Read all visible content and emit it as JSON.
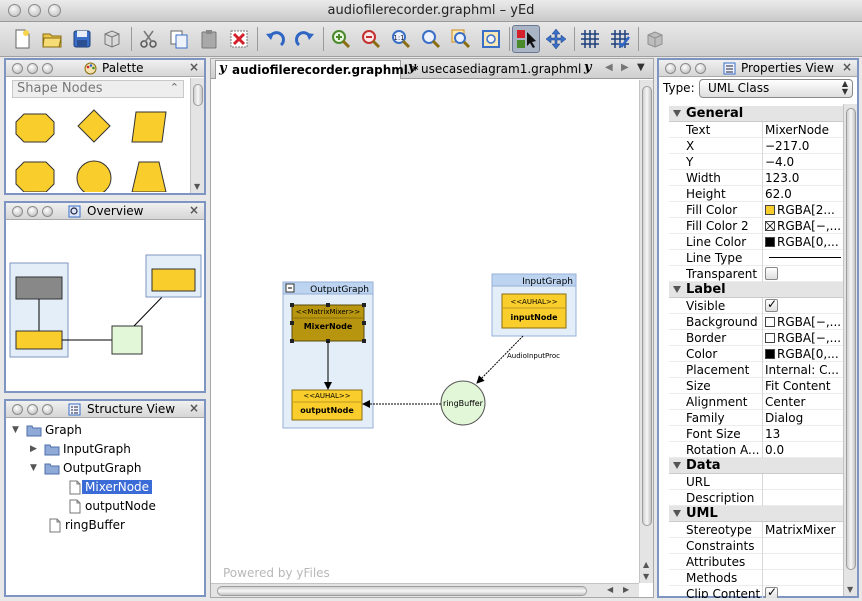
{
  "window": {
    "title": "audiofilerecorder.graphml – yEd"
  },
  "toolbar": {
    "buttons": [
      "new-document",
      "open",
      "save",
      "save-as",
      "cut",
      "copy",
      "paste",
      "delete",
      "undo",
      "redo",
      "zoom-in",
      "zoom-out",
      "zoom-100",
      "zoom-fit",
      "zoom-area",
      "fit-content",
      "edit-mode",
      "navigation-mode",
      "grid",
      "snap-grid",
      "plugin"
    ]
  },
  "palette": {
    "title": "Palette",
    "section": "Shape Nodes",
    "shape_color": "#f9cd2c"
  },
  "overview": {
    "title": "Overview"
  },
  "structure": {
    "title": "Structure View",
    "items": [
      {
        "label": "Graph"
      },
      {
        "label": "InputGraph"
      },
      {
        "label": "OutputGraph"
      },
      {
        "label": "MixerNode"
      },
      {
        "label": "outputNode"
      },
      {
        "label": "ringBuffer"
      }
    ]
  },
  "editor": {
    "tabs": [
      {
        "icon": "y",
        "label": "audiofilerecorder.graphml *"
      },
      {
        "icon": "y",
        "label": "usecasediagram1.graphml"
      },
      {
        "icon": "y",
        "label": ""
      }
    ],
    "powered_by": "Powered by yFiles",
    "graph": {
      "output_group": "OutputGraph",
      "input_group": "InputGraph",
      "mixer_stereotype": "<<MatrixMixer>>",
      "mixer_name": "MixerNode",
      "output_stereotype": "<<AUHAL>>",
      "output_name": "outputNode",
      "input_stereotype": "<<AUHAL>>",
      "input_name": "inputNode",
      "ring_name": "ringBuffer",
      "edge_label": "AudioInputProc",
      "node_color": "#f9cd2c",
      "selected_color": "#b8950f"
    }
  },
  "properties": {
    "title": "Properties View",
    "type_label": "Type:",
    "type_value": "UML Class",
    "sections": {
      "general": "General",
      "label": "Label",
      "data": "Data",
      "uml": "UML"
    },
    "general": {
      "text": {
        "k": "Text",
        "v": "MixerNode"
      },
      "x": {
        "k": "X",
        "v": "−217.0"
      },
      "y": {
        "k": "Y",
        "v": "−4.0"
      },
      "width": {
        "k": "Width",
        "v": "123.0"
      },
      "height": {
        "k": "Height",
        "v": "62.0"
      },
      "fill": {
        "k": "Fill Color",
        "v": "RGBA[2..."
      },
      "fill2": {
        "k": "Fill Color 2",
        "v": "RGBA[−,..."
      },
      "line": {
        "k": "Line Color",
        "v": "RGBA[0,..."
      },
      "linetype": {
        "k": "Line Type",
        "v": ""
      },
      "transparent": {
        "k": "Transparent",
        "v": ""
      }
    },
    "label": {
      "visible": {
        "k": "Visible",
        "v": ""
      },
      "background": {
        "k": "Background",
        "v": "RGBA[−,..."
      },
      "border": {
        "k": "Border",
        "v": "RGBA[−,..."
      },
      "color": {
        "k": "Color",
        "v": "RGBA[0,..."
      },
      "placement": {
        "k": "Placement",
        "v": "Internal: C..."
      },
      "size": {
        "k": "Size",
        "v": "Fit Content"
      },
      "alignment": {
        "k": "Alignment",
        "v": "Center"
      },
      "family": {
        "k": "Family",
        "v": "Dialog"
      },
      "fontsize": {
        "k": "Font Size",
        "v": "13"
      },
      "rotation": {
        "k": "Rotation A...",
        "v": "0.0"
      }
    },
    "data": {
      "url": {
        "k": "URL",
        "v": ""
      },
      "description": {
        "k": "Description",
        "v": ""
      }
    },
    "uml": {
      "stereotype": {
        "k": "Stereotype",
        "v": "MatrixMixer"
      },
      "constraints": {
        "k": "Constraints",
        "v": ""
      },
      "attributes": {
        "k": "Attributes",
        "v": ""
      },
      "methods": {
        "k": "Methods",
        "v": ""
      },
      "clip": {
        "k": "Clip Content",
        "v": ""
      }
    }
  }
}
